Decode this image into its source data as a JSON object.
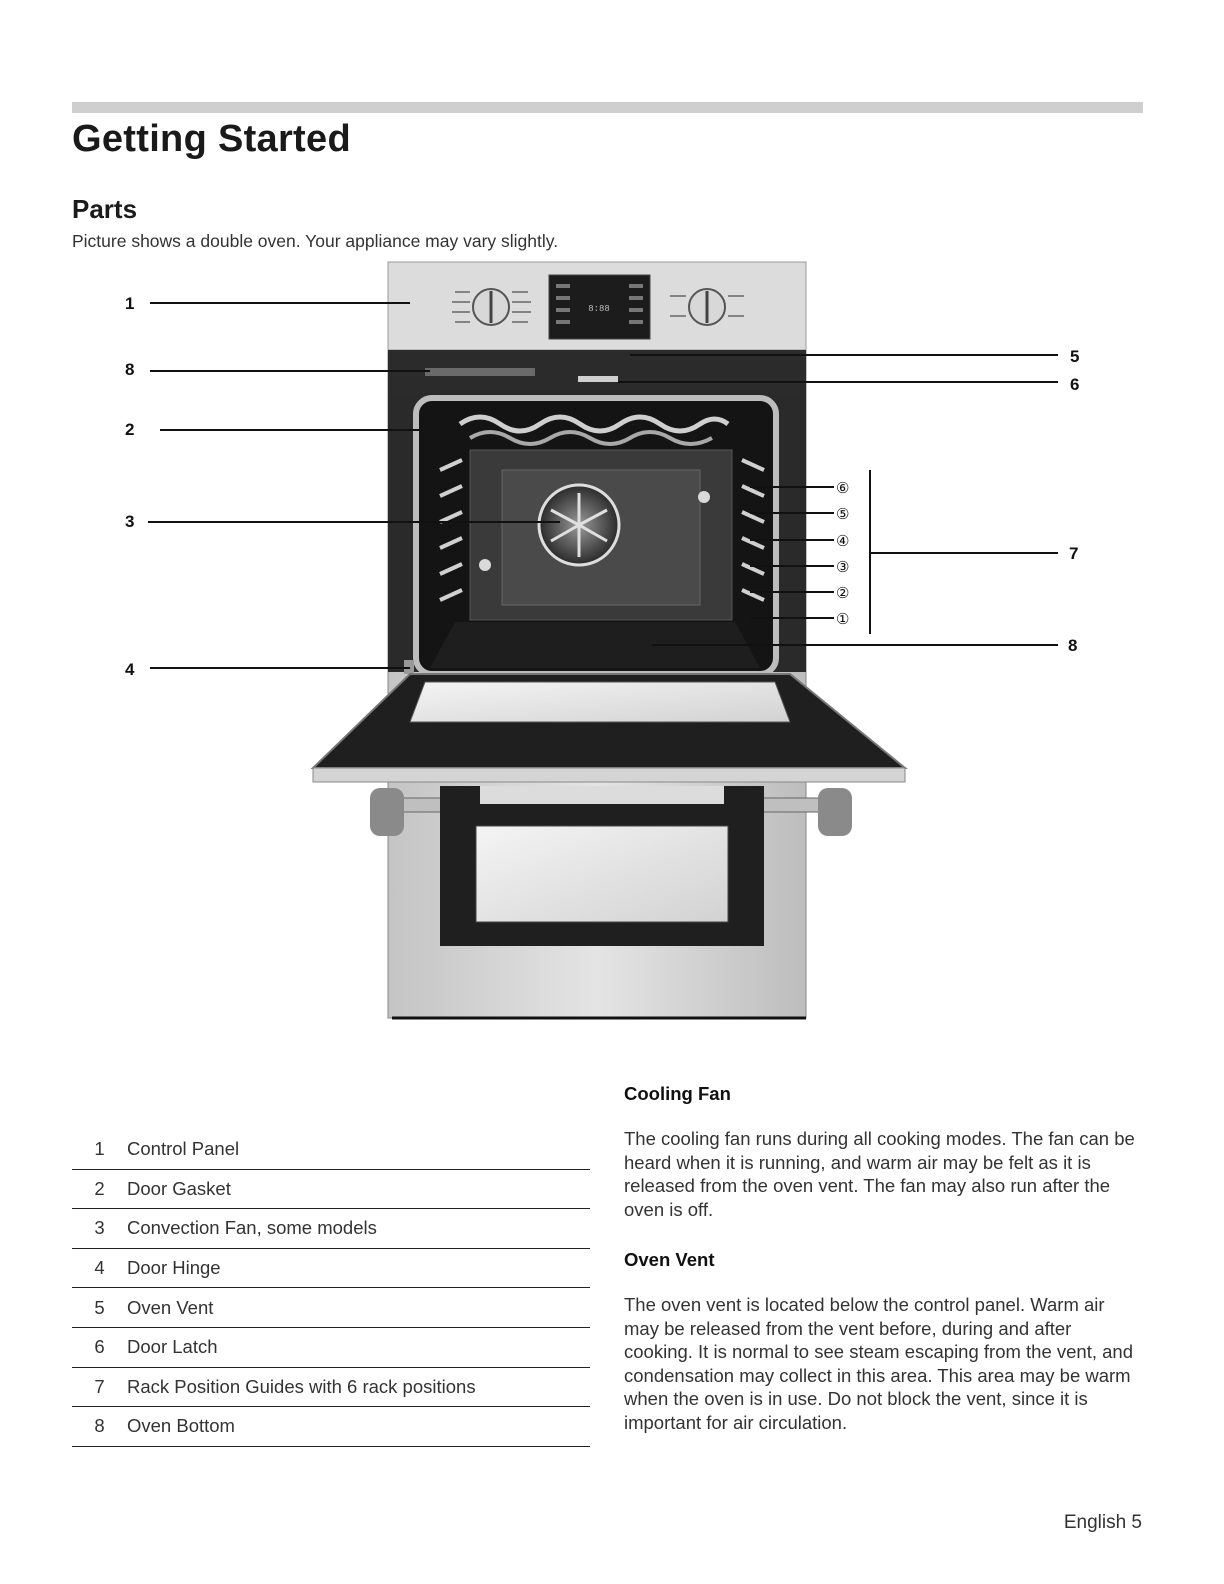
{
  "page": {
    "heading": "Getting Started",
    "subheading": "Parts",
    "intro": "Picture shows a double oven. Your appliance may vary slightly.",
    "footer": "English 5"
  },
  "diagram": {
    "callouts": {
      "c1": "1",
      "c8_top": "8",
      "c2": "2",
      "c3": "3",
      "c4": "4",
      "c5": "5",
      "c6": "6",
      "c7": "7",
      "c8_bottom": "8"
    },
    "rack_positions": [
      "⑥",
      "⑤",
      "④",
      "③",
      "②",
      "①"
    ],
    "display_text": "8:88"
  },
  "parts_table": [
    {
      "num": "1",
      "label": "Control Panel"
    },
    {
      "num": "2",
      "label": "Door Gasket"
    },
    {
      "num": "3",
      "label": "Convection Fan, some models"
    },
    {
      "num": "4",
      "label": "Door Hinge"
    },
    {
      "num": "5",
      "label": "Oven Vent"
    },
    {
      "num": "6",
      "label": "Door Latch"
    },
    {
      "num": "7",
      "label": "Rack Position Guides with 6 rack positions"
    },
    {
      "num": "8",
      "label": "Oven Bottom"
    }
  ],
  "cooling_fan": {
    "title": "Cooling Fan",
    "body": "The cooling fan runs during all cooking modes. The fan can be heard when it is running, and warm air may be felt as it is released from the oven vent. The fan may also run after the oven is off."
  },
  "oven_vent": {
    "title": "Oven Vent",
    "body": "The oven vent is located below the control panel. Warm air may be released from the vent before, during and after cooking. It is normal to see steam escaping from the vent, and condensation may collect in this area. This area may be warm when the oven is in use. Do not block the vent, since it is important for air circulation."
  }
}
